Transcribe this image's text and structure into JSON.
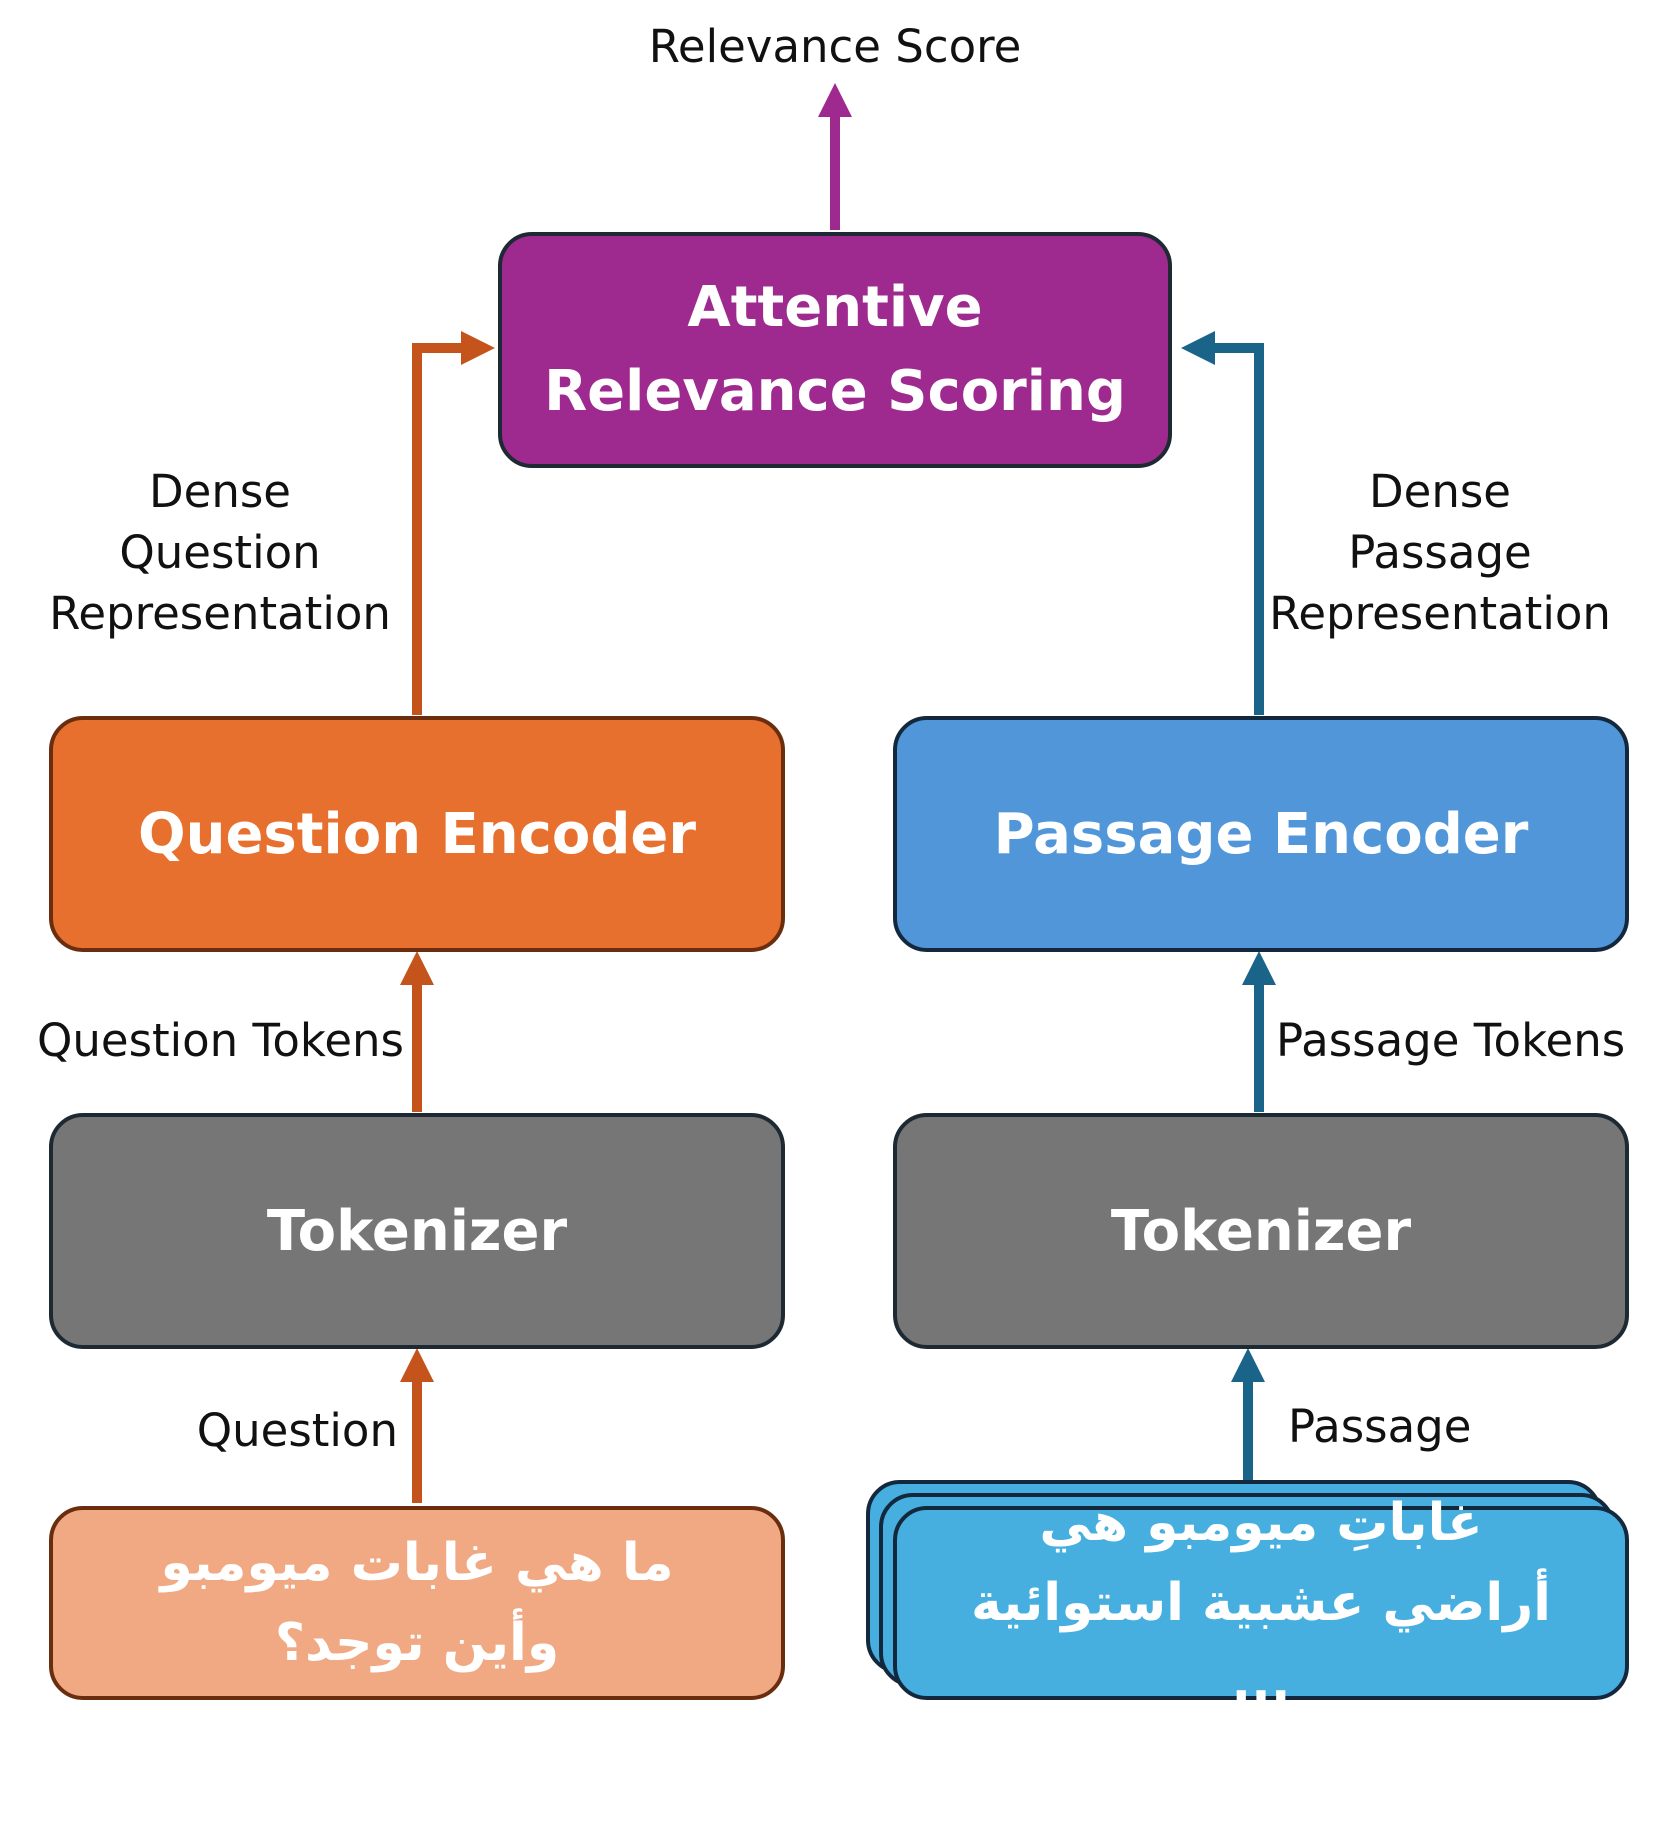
{
  "colors": {
    "scoring": "#9e2a8f",
    "question_encoder": "#e8702f",
    "passage_encoder": "#5096d8",
    "tokenizer": "#767676",
    "question_input": "#f0a983",
    "passage_input": "#46afe0",
    "question_line": "#c4541b",
    "passage_line": "#1a6489",
    "scoring_line": "#9e2a8f"
  },
  "nodes": {
    "scoring": "Attentive Relevance Scoring",
    "question_encoder": "Question Encoder",
    "passage_encoder": "Passage Encoder",
    "question_tokenizer": "Tokenizer",
    "passage_tokenizer": "Tokenizer",
    "question_input": "ما هي غابات ميومبو وأين توجد؟",
    "passage_input": "غاباتِ ميومبو هي أراضي عشبية استوائية ..."
  },
  "labels": {
    "relevance_score": "Relevance Score",
    "dense_question": {
      "line1": "Dense",
      "line2": "Question",
      "line3": "Representation"
    },
    "dense_passage": {
      "line1": "Dense",
      "line2": "Passage",
      "line3": "Representation"
    },
    "question_tokens": "Question Tokens",
    "passage_tokens": "Passage Tokens",
    "question": "Question",
    "passage": "Passage"
  },
  "icons": {
    "arrowhead": "arrowhead-icon"
  }
}
